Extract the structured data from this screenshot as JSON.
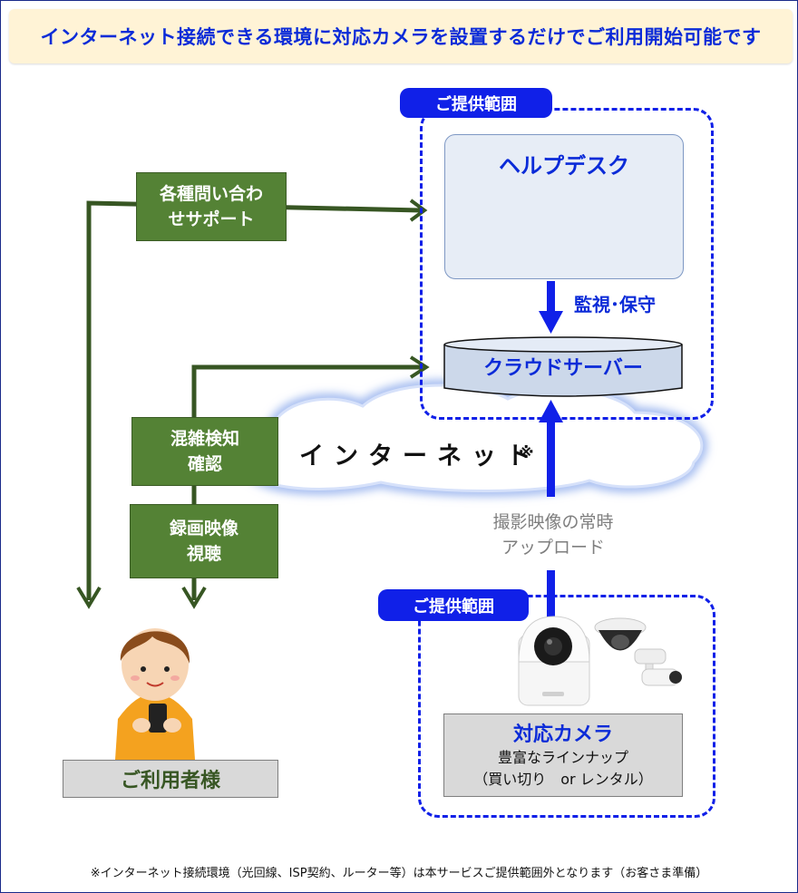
{
  "banner": "インターネット接続できる環境に対応カメラを設置するだけでご利用開始可能です",
  "scope_top": "ご提供範囲",
  "scope_bottom": "ご提供範囲",
  "helpdesk": "ヘルプデスク",
  "maintenance": "監視･保守",
  "cloud_server": "クラウドサーバー",
  "internet": {
    "label": "インターネット",
    "mark": "※"
  },
  "upload": {
    "line1": "撮影映像の常時",
    "line2": "アップロード"
  },
  "inquiry": {
    "line1": "各種問い合わ",
    "line2": "せサポート"
  },
  "congestion": {
    "line1": "混雑検知",
    "line2": "確認"
  },
  "recording": {
    "line1": "録画映像",
    "line2": "視聴"
  },
  "camera": {
    "title": "対応カメラ",
    "line1": "豊富なラインナップ",
    "line2": "（買い切り　or レンタル）"
  },
  "user": "ご利用者様",
  "footnote": "※インターネット接続環境（光回線、ISP契約、ルーター等）は本サービスご提供範囲外となります（お客さま準備）",
  "colors": {
    "accent_blue": "#1020e8",
    "green": "#548235",
    "dark_green": "#375623",
    "banner_bg": "#fff3d6"
  }
}
